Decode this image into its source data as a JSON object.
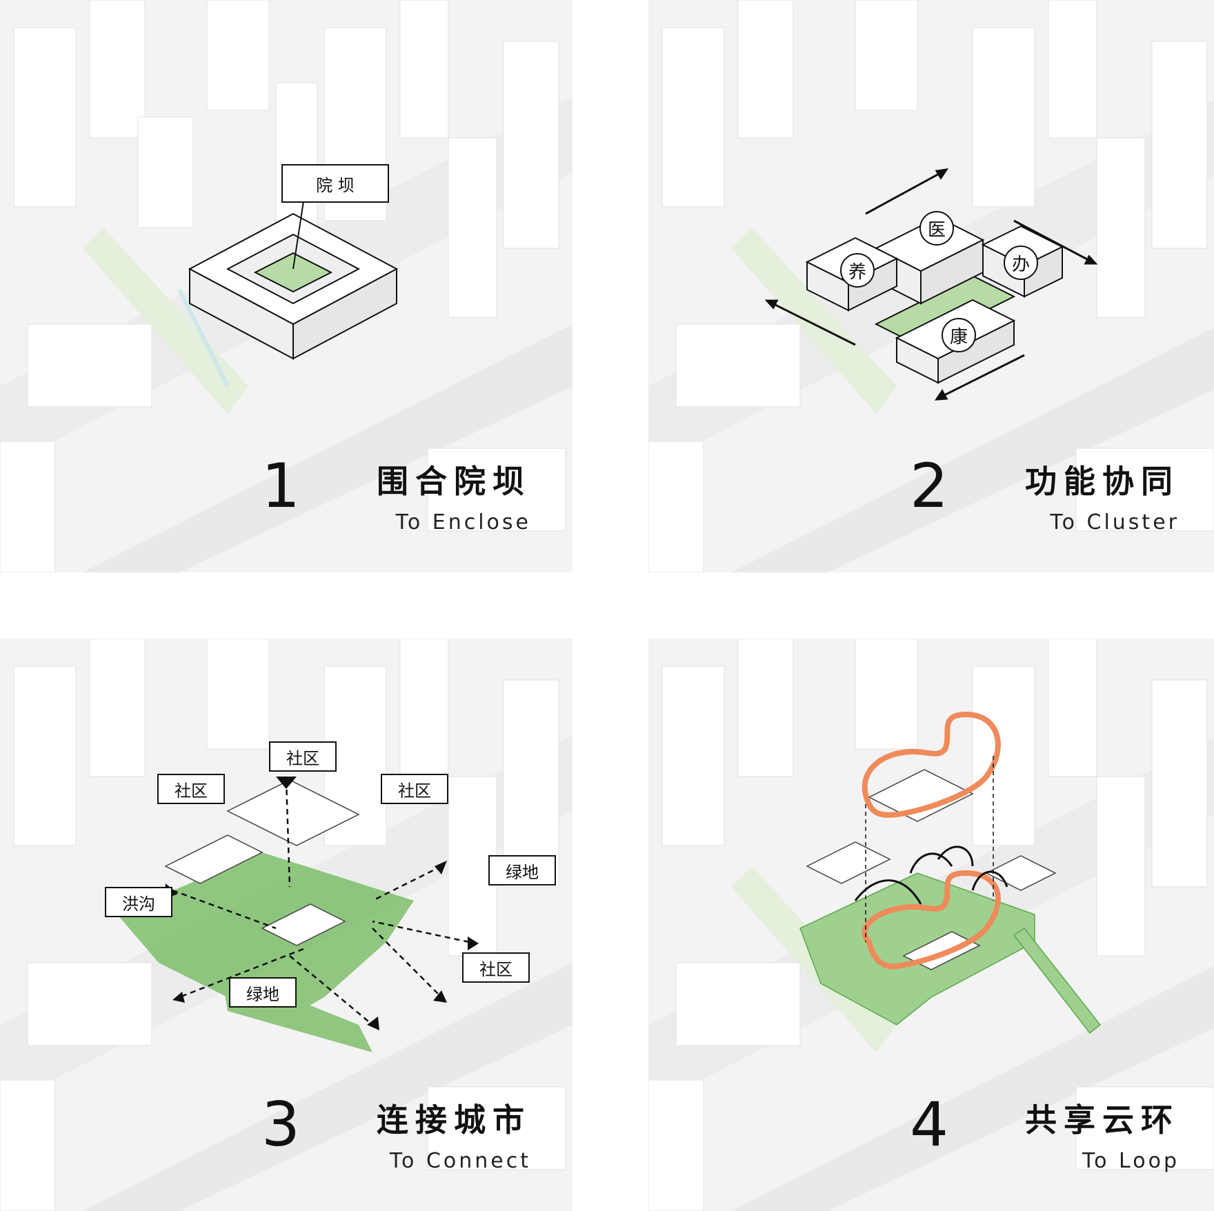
{
  "panels": [
    {
      "number": "1",
      "title_zh": "围合院坝",
      "title_en": "To Enclose",
      "labels": [
        "院 坝"
      ]
    },
    {
      "number": "2",
      "title_zh": "功能协同",
      "title_en": "To Cluster",
      "circle_labels": [
        "医",
        "养",
        "办",
        "康"
      ]
    },
    {
      "number": "3",
      "title_zh": "连接城市",
      "title_en": "To Connect",
      "labels": [
        "社区",
        "社区",
        "社区",
        "绿地",
        "洪沟",
        "社区",
        "绿地"
      ]
    },
    {
      "number": "4",
      "title_zh": "共享云环",
      "title_en": "To Loop"
    }
  ],
  "colors": {
    "green": "#9fd08f",
    "green_dark": "#5aa84a",
    "orange": "#ef8a5a",
    "ink": "#111111",
    "bg": "#f4f4f4"
  }
}
